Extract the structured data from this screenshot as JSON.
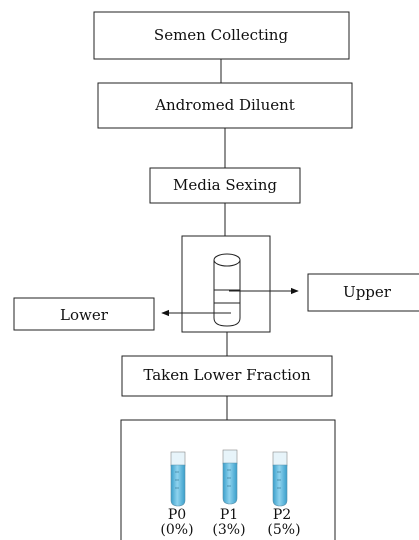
{
  "flow": {
    "semen_collecting": "Semen Collecting",
    "andromed_diluent": "Andromed Diluent",
    "media_sexing": "Media Sexing",
    "upper": "Upper",
    "lower": "Lower",
    "taken_lower_fraction": "Taken Lower Fraction"
  },
  "tubes": [
    {
      "name": "P0",
      "pct": "(0%)"
    },
    {
      "name": "P1",
      "pct": "(3%)"
    },
    {
      "name": "P2",
      "pct": "(5%)"
    }
  ],
  "colors": {
    "tube_liquid": "#5bb8dc",
    "tube_glass": "#d9eef6"
  }
}
